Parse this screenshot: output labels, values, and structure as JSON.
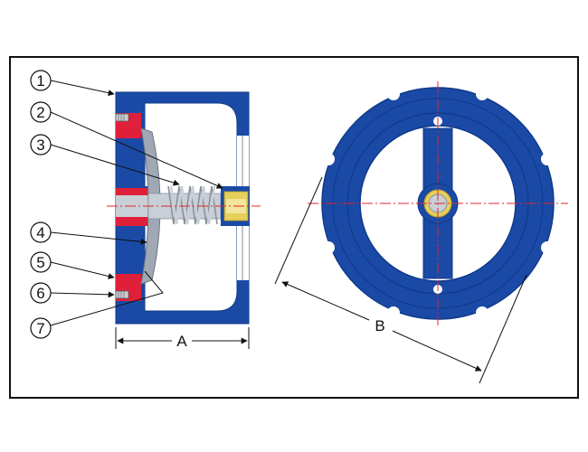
{
  "callouts": [
    {
      "id": "1",
      "label": "1"
    },
    {
      "id": "2",
      "label": "2"
    },
    {
      "id": "3",
      "label": "3"
    },
    {
      "id": "4",
      "label": "4"
    },
    {
      "id": "5",
      "label": "5"
    },
    {
      "id": "6",
      "label": "6"
    },
    {
      "id": "7",
      "label": "7"
    }
  ],
  "dimensions": {
    "a": "A",
    "b": "B"
  },
  "colors": {
    "body": "#1a4aa6",
    "body_dark": "#0f3a8a",
    "seat": "#e0203a",
    "disc": "#9fa8b4",
    "spring": "#c9cfd6",
    "brass": "#e6cf5a",
    "centerline": "#e4242a",
    "frame": "#111111"
  }
}
